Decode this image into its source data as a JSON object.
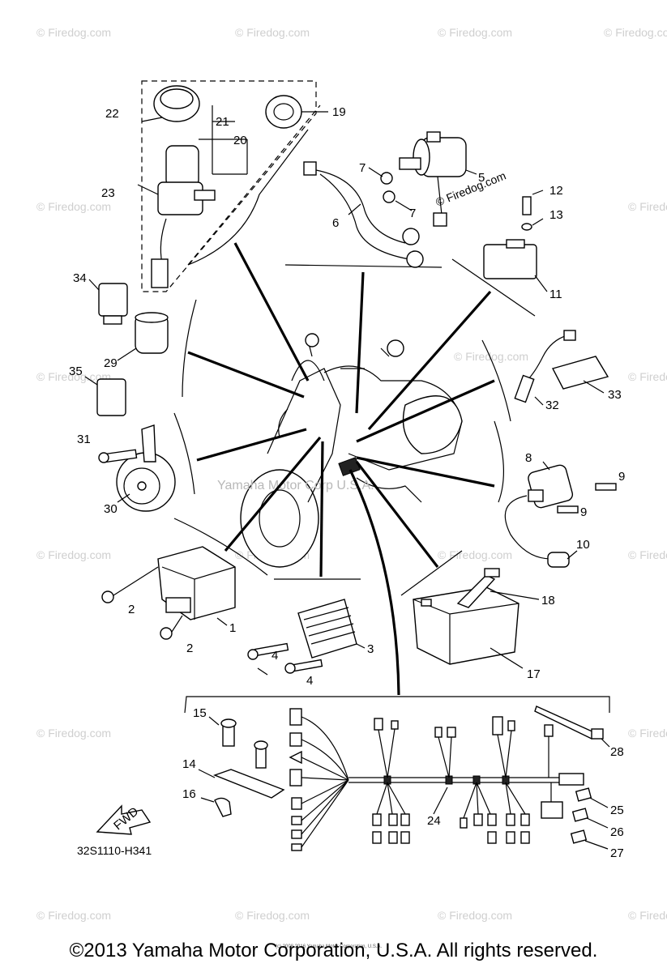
{
  "watermark": "© Firedog.com",
  "center_watermark": "Yamaha Motor Corp U.S.A.",
  "fwd_label": "FWD",
  "diagram_code": "32S1110-H341",
  "tiny_copyright": "(c) 2008 2016 Yamaha Motor Corporation, U.S.A.",
  "copyright": "©2013 Yamaha Motor Corporation, U.S.A. All rights reserved.",
  "callouts": {
    "c1": "1",
    "c2a": "2",
    "c2b": "2",
    "c3": "3",
    "c4a": "4",
    "c4b": "4",
    "c5": "5",
    "c6": "6",
    "c7a": "7",
    "c7b": "7",
    "c8": "8",
    "c9a": "9",
    "c9b": "9",
    "c10": "10",
    "c11": "11",
    "c12": "12",
    "c13": "13",
    "c14": "14",
    "c15": "15",
    "c16": "16",
    "c17": "17",
    "c18": "18",
    "c19": "19",
    "c20": "20",
    "c21": "21",
    "c22": "22",
    "c23": "23",
    "c24": "24",
    "c25": "25",
    "c26": "26",
    "c27": "27",
    "c28": "28",
    "c29": "29",
    "c30": "30",
    "c31": "31",
    "c32": "32",
    "c33": "33",
    "c34": "34",
    "c35": "35"
  }
}
